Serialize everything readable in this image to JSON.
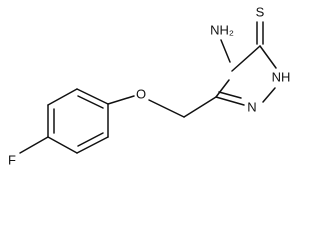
{
  "atoms": {
    "amino": "NH₂",
    "thione_s": "S",
    "ring_nh": "NH",
    "ring_n": "N",
    "ether_o": "O",
    "fluoro": "F"
  }
}
